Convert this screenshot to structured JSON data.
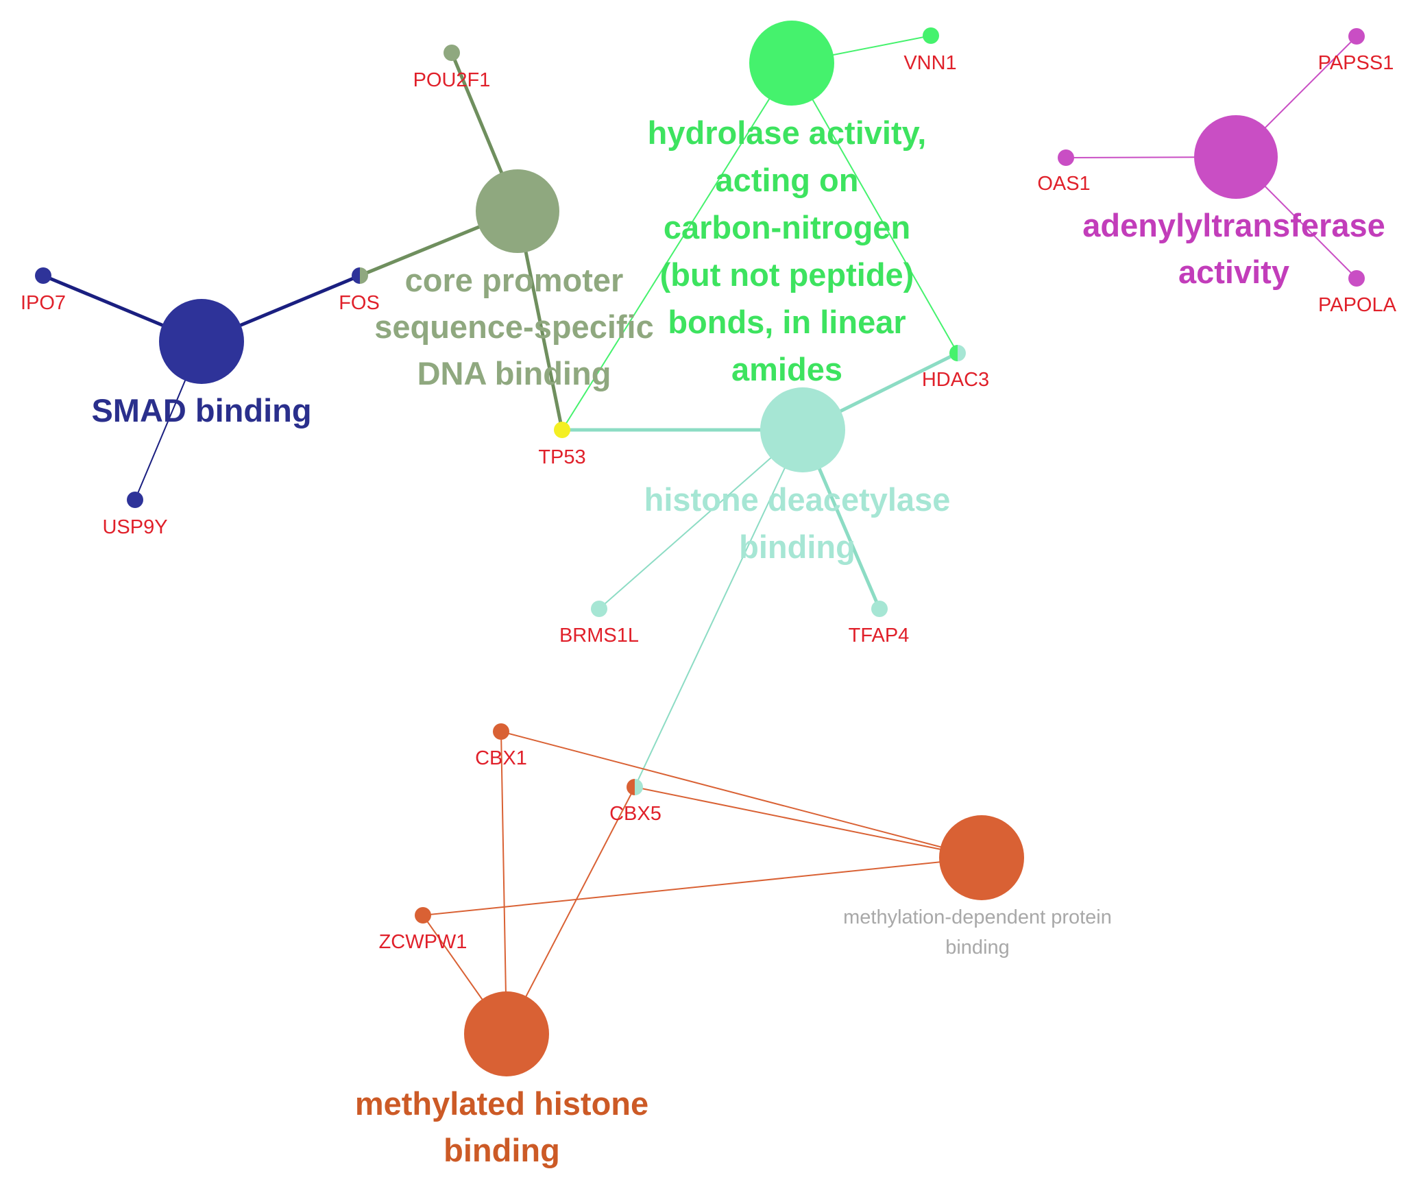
{
  "colors": {
    "gene_label": "#e0202a",
    "smad": "#2e3399",
    "smad_label": "#2a2f8c",
    "core_promoter": "#8fa87f",
    "core_promoter_edge": "#6f8f5e",
    "hydrolase": "#45f26d",
    "hydrolase_label": "#3de35f",
    "adenylyl": "#c94ec4",
    "adenylyl_label": "#c23dba",
    "hdac_binding": "#a6e6d4",
    "hdac_edge": "#8cdcc4",
    "methyl": "#d96134",
    "methyl_label": "#cc5a26",
    "methyl_dep_label": "#a8a8a8",
    "tp53": "#f4ef23",
    "edge_dark_blue": "#1a1f80"
  },
  "terms": [
    {
      "id": "smad",
      "lines": [
        "SMAD binding"
      ],
      "color_key": "smad"
    },
    {
      "id": "core",
      "lines": [
        "core promoter",
        "sequence-specific",
        "DNA binding"
      ],
      "color_key": "core_promoter"
    },
    {
      "id": "hydro",
      "lines": [
        "hydrolase activity,",
        "acting on",
        "carbon-nitrogen",
        "(but not peptide)",
        "bonds, in linear",
        "amides"
      ],
      "color_key": "hydrolase"
    },
    {
      "id": "adenyl",
      "lines": [
        "adenylyltransferase",
        "activity"
      ],
      "color_key": "adenylyl"
    },
    {
      "id": "hdac",
      "lines": [
        "histone deacetylase",
        "binding"
      ],
      "color_key": "hdac_binding"
    },
    {
      "id": "methylhist",
      "lines": [
        "methylated histone",
        "binding"
      ],
      "color_key": "methyl"
    },
    {
      "id": "methyldep",
      "lines": [
        "methylation-dependent protein",
        "binding"
      ],
      "color_key": "methyl_dep_label"
    }
  ],
  "genes": [
    {
      "id": "POU2F1",
      "label": "POU2F1"
    },
    {
      "id": "VNN1",
      "label": "VNN1"
    },
    {
      "id": "PAPSS1",
      "label": "PAPSS1"
    },
    {
      "id": "OAS1",
      "label": "OAS1"
    },
    {
      "id": "PAPOLA",
      "label": "PAPOLA"
    },
    {
      "id": "IPO7",
      "label": "IPO7"
    },
    {
      "id": "FOS",
      "label": "FOS"
    },
    {
      "id": "HDAC3",
      "label": "HDAC3"
    },
    {
      "id": "TP53",
      "label": "TP53"
    },
    {
      "id": "USP9Y",
      "label": "USP9Y"
    },
    {
      "id": "BRMS1L",
      "label": "BRMS1L"
    },
    {
      "id": "TFAP4",
      "label": "TFAP4"
    },
    {
      "id": "CBX1",
      "label": "CBX1"
    },
    {
      "id": "CBX5",
      "label": "CBX5"
    },
    {
      "id": "ZCWPW1",
      "label": "ZCWPW1"
    }
  ],
  "edges": [
    {
      "from": "smad",
      "to": "IPO7"
    },
    {
      "from": "smad",
      "to": "FOS"
    },
    {
      "from": "smad",
      "to": "USP9Y"
    },
    {
      "from": "core",
      "to": "FOS"
    },
    {
      "from": "core",
      "to": "POU2F1"
    },
    {
      "from": "core",
      "to": "TP53"
    },
    {
      "from": "hydro",
      "to": "VNN1"
    },
    {
      "from": "hydro",
      "to": "TP53"
    },
    {
      "from": "hydro",
      "to": "HDAC3"
    },
    {
      "from": "adenyl",
      "to": "PAPSS1"
    },
    {
      "from": "adenyl",
      "to": "OAS1"
    },
    {
      "from": "adenyl",
      "to": "PAPOLA"
    },
    {
      "from": "hdac",
      "to": "TP53"
    },
    {
      "from": "hdac",
      "to": "HDAC3"
    },
    {
      "from": "hdac",
      "to": "BRMS1L"
    },
    {
      "from": "hdac",
      "to": "TFAP4"
    },
    {
      "from": "hdac",
      "to": "CBX5"
    },
    {
      "from": "methylhist",
      "to": "CBX1"
    },
    {
      "from": "methylhist",
      "to": "CBX5"
    },
    {
      "from": "methylhist",
      "to": "ZCWPW1"
    },
    {
      "from": "methyldep",
      "to": "CBX1"
    },
    {
      "from": "methyldep",
      "to": "CBX5"
    },
    {
      "from": "methyldep",
      "to": "ZCWPW1"
    }
  ]
}
